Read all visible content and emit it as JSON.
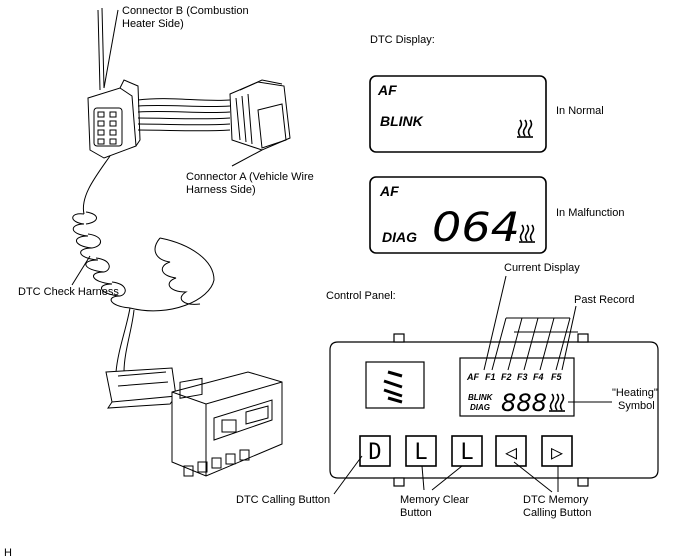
{
  "labels": {
    "connector_b_line1": "Connector B (Combustion",
    "connector_b_line2": "Heater Side)",
    "connector_a_line1": "Connector A (Vehicle Wire",
    "connector_a_line2": "Harness Side)",
    "dtc_check_harness": "DTC Check Harness",
    "dtc_display": "DTC Display:",
    "in_normal": "In Normal",
    "in_malfunction": "In Malfunction",
    "control_panel": "Control Panel:",
    "current_display": "Current Display",
    "past_record": "Past Record",
    "heating_symbol_line1": "\"Heating\"",
    "heating_symbol_line2": "Symbol",
    "dtc_calling_button": "DTC Calling Button",
    "memory_clear_line1": "Memory Clear",
    "memory_clear_line2": "Button",
    "dtc_memory_calling_line1": "DTC Memory",
    "dtc_memory_calling_line2": "Calling Button",
    "corner_mark": "H"
  },
  "display_normal": {
    "mode": "AF",
    "status": "BLINK"
  },
  "display_malfunction": {
    "mode": "AF",
    "status": "DIAG",
    "code": "064"
  },
  "panel": {
    "indicators": [
      "AF",
      "F1",
      "F2",
      "F3",
      "F4",
      "F5"
    ],
    "blink": "BLINK",
    "diag": "DIAG",
    "digits": "888",
    "buttons": [
      "D",
      "L",
      "L",
      "◁",
      "▷"
    ]
  }
}
